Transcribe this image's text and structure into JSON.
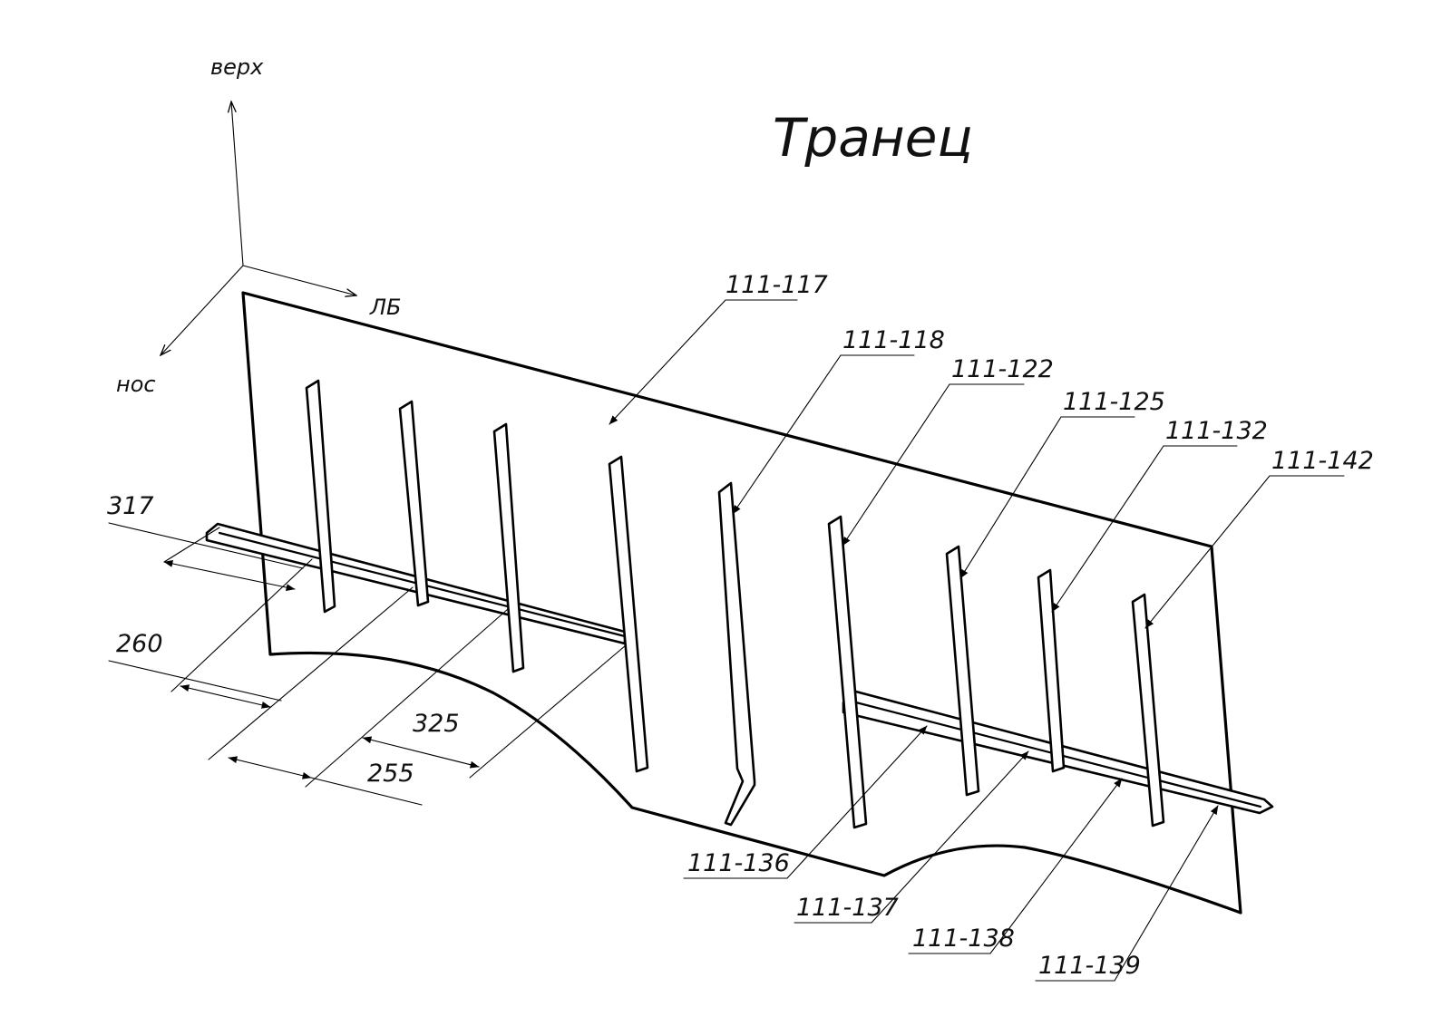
{
  "title": "Транец",
  "axes": {
    "up": "верх",
    "side": "ЛБ",
    "bow": "нос"
  },
  "part_labels": [
    "111-117",
    "111-118",
    "111-122",
    "111-125",
    "111-132",
    "111-142"
  ],
  "bottom_labels": [
    "111-136",
    "111-137",
    "111-138",
    "111-139"
  ],
  "dimensions": [
    "317",
    "260",
    "325",
    "255"
  ]
}
